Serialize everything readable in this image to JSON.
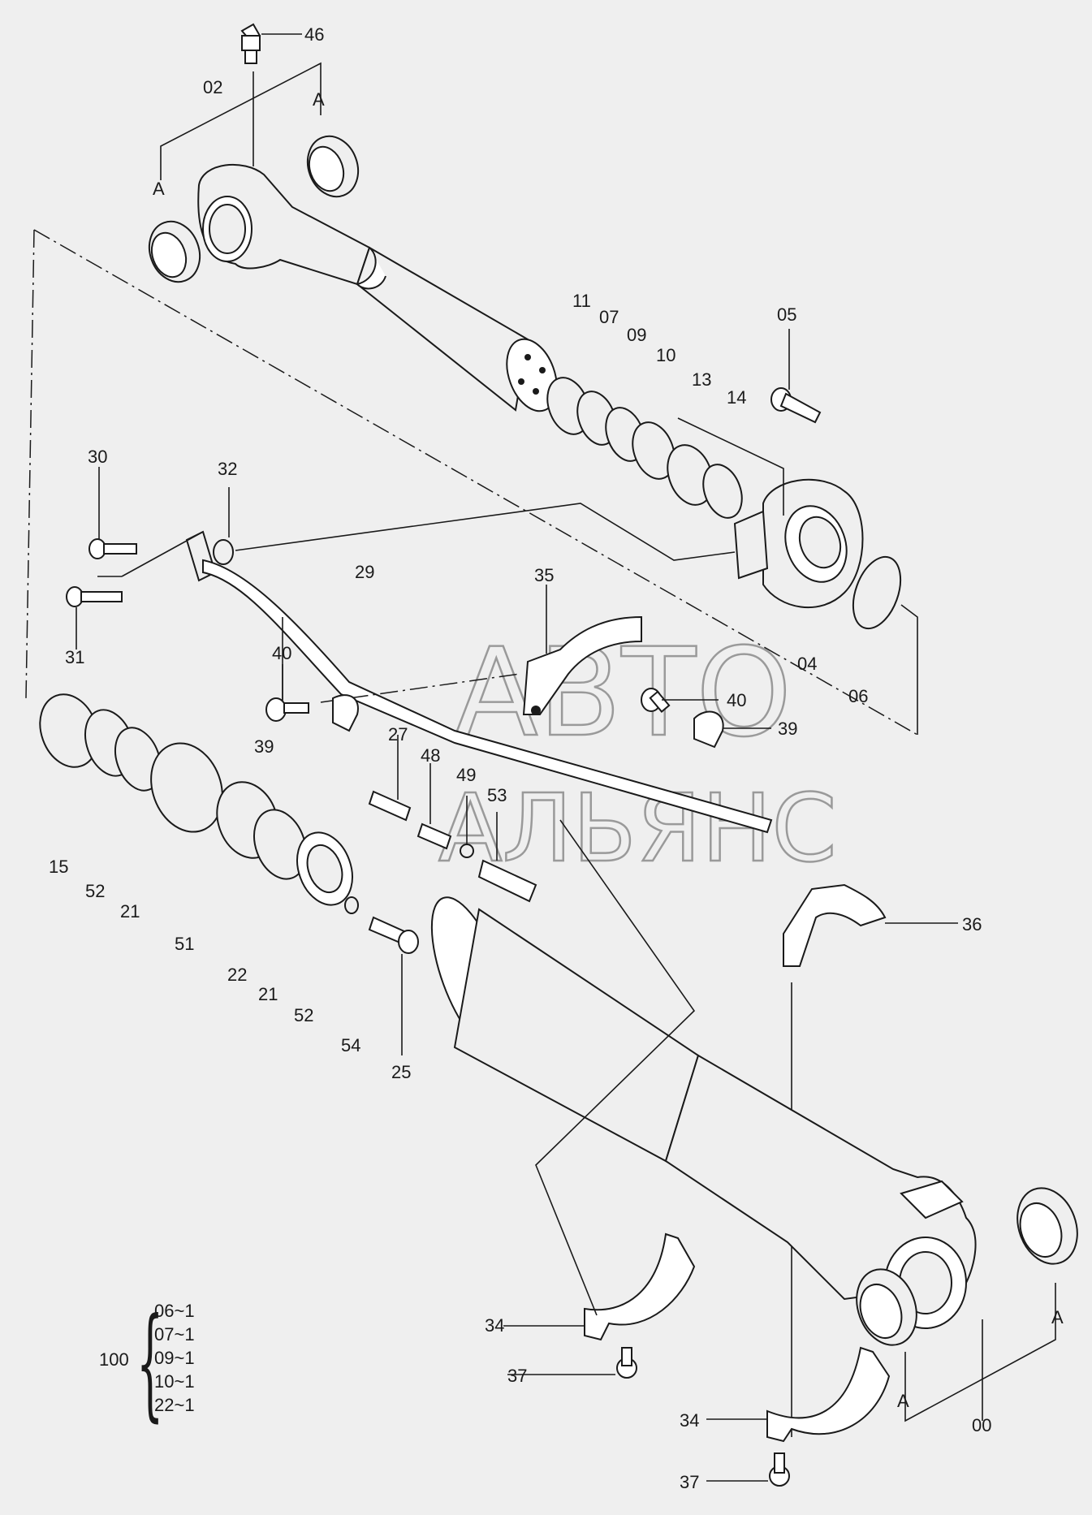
{
  "watermark": {
    "line1": "АВТО",
    "line2": "АЛЬЯНС"
  },
  "callouts": {
    "c46": "46",
    "c02": "02",
    "cA_top_right": "A",
    "cA_top_left": "A",
    "c11": "11",
    "c07": "07",
    "c09": "09",
    "c10": "10",
    "c13": "13",
    "c14": "14",
    "c05": "05",
    "c30": "30",
    "c32": "32",
    "c31": "31",
    "c29": "29",
    "c35": "35",
    "c04": "04",
    "c06": "06",
    "c40_left": "40",
    "c40_right": "40",
    "c39_left": "39",
    "c39_right": "39",
    "c27": "27",
    "c48": "48",
    "c49": "49",
    "c53": "53",
    "c15": "15",
    "c52_left": "52",
    "c21_left": "21",
    "c51": "51",
    "c22": "22",
    "c21_right": "21",
    "c52_right": "52",
    "c54": "54",
    "c25": "25",
    "c36": "36",
    "c34_upper": "34",
    "c37_upper": "37",
    "c34_lower": "34",
    "c37_lower": "37",
    "cA_bottom_right": "A",
    "cA_bottom_left": "A",
    "c00": "00"
  },
  "kit_legend": {
    "kit_number": "100",
    "items": [
      "06~1",
      "07~1",
      "09~1",
      "10~1",
      "22~1"
    ]
  }
}
